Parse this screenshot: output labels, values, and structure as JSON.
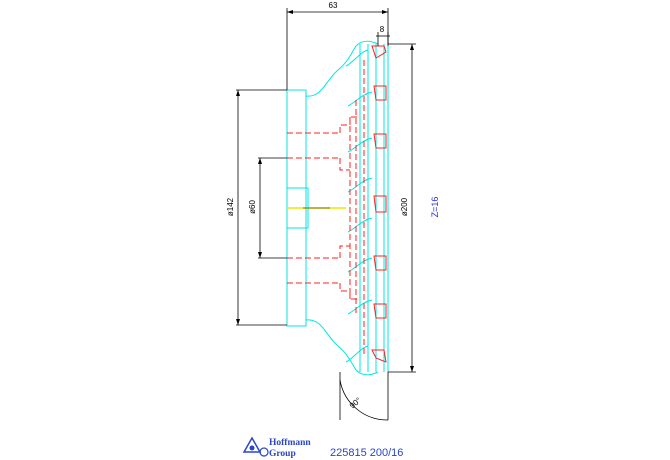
{
  "drawing": {
    "dimensions": {
      "overall_width": "63",
      "tooth_width": "8",
      "bore_diameter": "ø142",
      "hub_diameter": "ø60",
      "outer_diameter": "ø200",
      "angle": "90°"
    },
    "tooth_count": "Z=16",
    "colors": {
      "body_outline": "#00e5e5",
      "hidden_lines": "#ff2020",
      "dimensions": "#000000",
      "centerline": "#e8e800",
      "annotation": "#2a2ae8"
    }
  },
  "footer": {
    "brand_line_1": "Hoffmann",
    "brand_line_2": "Group",
    "product_code": "225815 200/16"
  }
}
